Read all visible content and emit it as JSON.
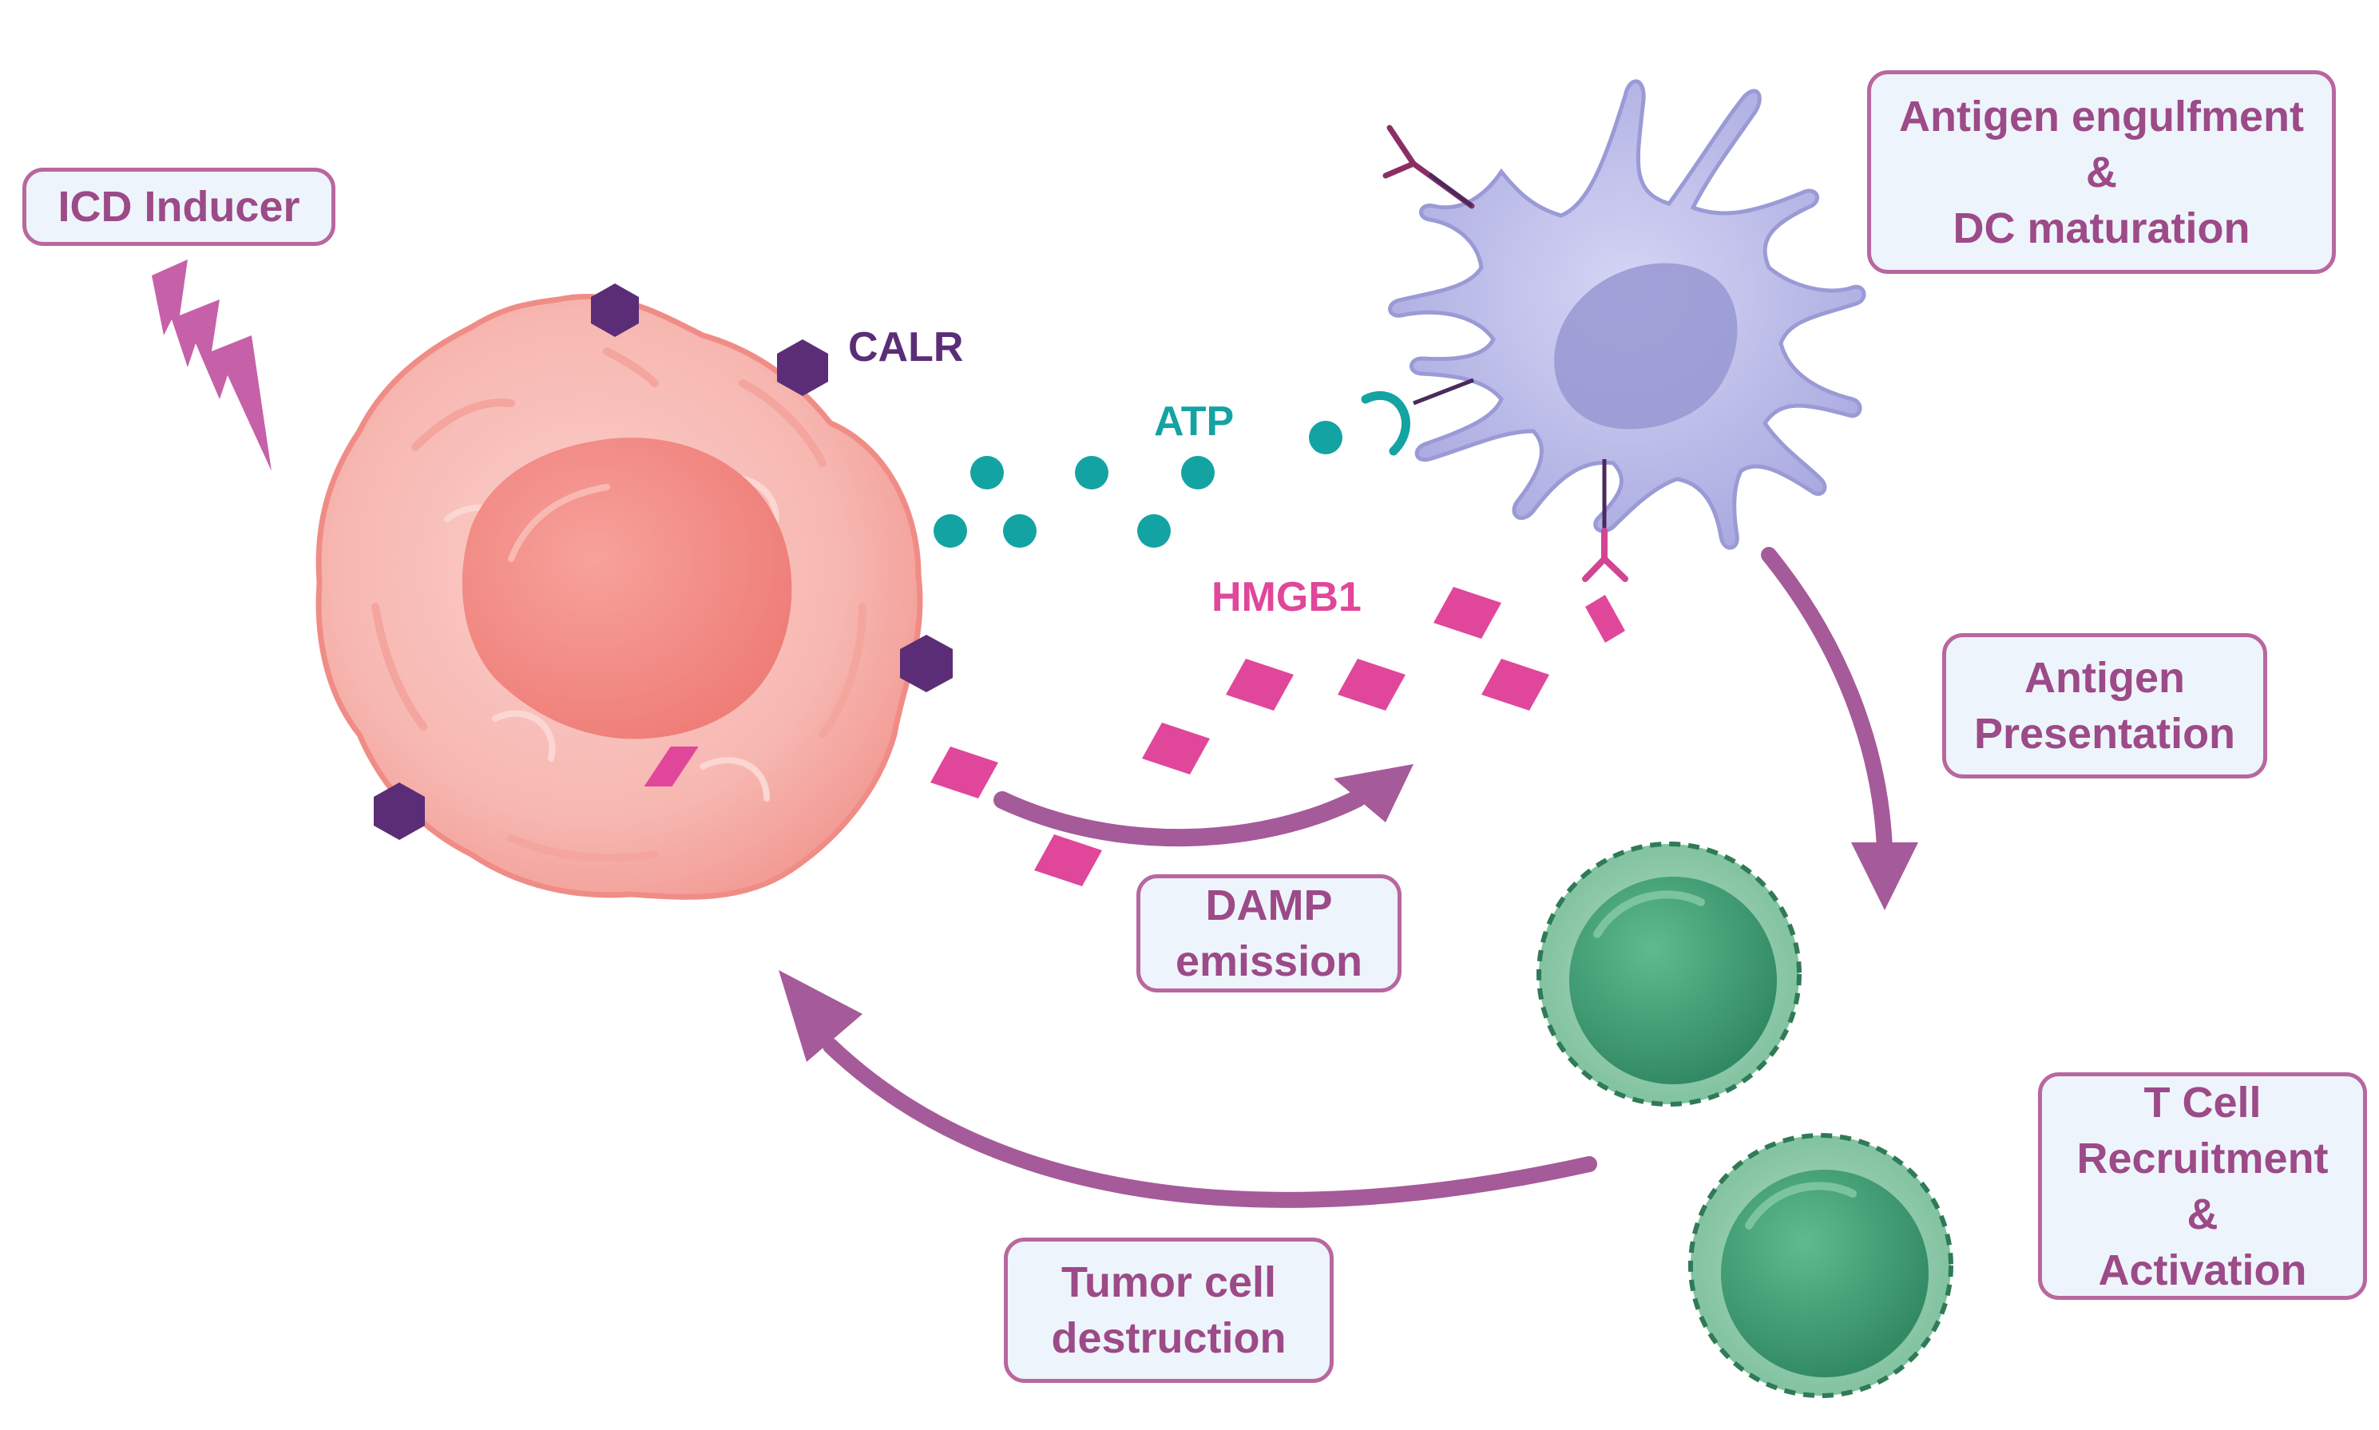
{
  "labels": {
    "icd_inducer": "ICD Inducer",
    "calr": "CALR",
    "atp": "ATP",
    "hmgb1": "HMGB1",
    "antigen_engulfment": [
      "Antigen engulfment",
      "&",
      "DC  maturation"
    ],
    "antigen_presentation": [
      "Antigen",
      "Presentation"
    ],
    "damp_emission": [
      "DAMP",
      "emission"
    ],
    "t_cell": [
      "T Cell",
      "Recruitment",
      "&",
      "Activation"
    ],
    "tumor_destruction": [
      "Tumor cell",
      "destruction"
    ]
  },
  "colors": {
    "box_border": "#b8679f",
    "box_fill": "#eef4fb",
    "box_text": "#9c4a88",
    "arrow": "#a55a9a",
    "calr": "#5b2d77",
    "atp": "#14a3a3",
    "hmgb1": "#e0479b",
    "tumor_cell": "#f7b3ae",
    "dendritic_cell": "#b6b6e6",
    "t_cell": "#5aa884"
  }
}
